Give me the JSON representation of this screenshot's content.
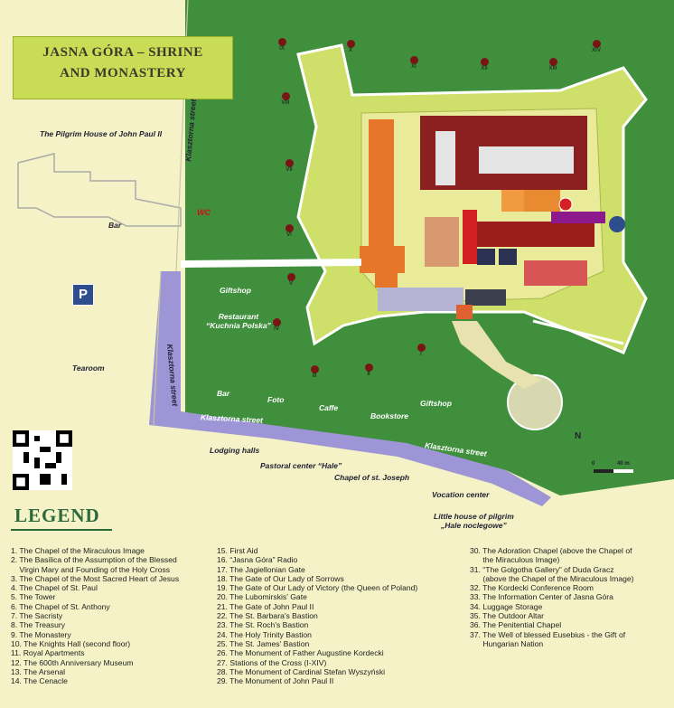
{
  "title": {
    "line1": "JASNA GÓRA – SHRINE",
    "line2": "AND MONASTERY"
  },
  "map_labels": {
    "pilgrim_house": "The Pilgrim House of John Paul II",
    "klasztorna_1": "Klasztorna street",
    "klasztorna_2": "Klasztorna street",
    "klasztorna_3": "Klasztorna street",
    "klasztorna_4": "Klasztorna street",
    "bar_top": "Bar",
    "wc": "WC",
    "gift_shop_1": "Giftshop",
    "restaurant": "Restaurant\n“Kuchnia Polska”",
    "tearoom": "Tearoom",
    "bar_bottom": "Bar",
    "foto": "Foto",
    "caffe": "Caffe",
    "bookstore": "Bookstore",
    "gift_shop_2": "Giftshop",
    "lodging_halls": "Lodging halls",
    "pastoral_center": "Pastoral center “Hale”",
    "chapel_joseph": "Chapel of st. Joseph",
    "vocation_center": "Vocation center",
    "little_house": "Little house of pilgrim\n„Hale noclegowe”",
    "parking": "P",
    "north": "N",
    "scale_start": "0",
    "scale_end": "40 m"
  },
  "stations": [
    "IX",
    "X",
    "XI",
    "XII",
    "XIII",
    "XIV",
    "VIII",
    "VII",
    "VI",
    "V",
    "IV",
    "III",
    "II",
    "I"
  ],
  "legend_heading": "LEGEND",
  "legend": {
    "col1": [
      "1. The Chapel of the Miraculous Image",
      "2. The Basilica of the Assumption of the Blessed",
      "    Virgin Mary and Founding of the Holy Cross",
      "3. The Chapel of the Most Sacred Heart of Jesus",
      "4. The Chapel of St. Paul",
      "5. The Tower",
      "6. The Chapel of St. Anthony",
      "7. The Sacristy",
      "8. The Treasury",
      "9. The Monastery",
      "10. The Knights Hall (second floor)",
      "11. Royal Apartments",
      "12. The 600th Anniversary Museum",
      "13. The Arsenal",
      "14. The Cenacle"
    ],
    "col2": [
      "15. First Aid",
      "16. “Jasna Góra” Radio",
      "17. The Jagiellonian Gate",
      "18. The Gate of Our Lady of Sorrows",
      "19. The Gate of Our Lady of Victory (the Queen of Poland)",
      "20. The Lubomirskis' Gate",
      "21. The Gate of John Paul II",
      "22. The St. Barbara's Bastion",
      "23. The St. Roch's Bastion",
      "24. The Holy Trinity Bastion",
      "25. The St. James' Bastion",
      "26. The Monument of Father Augustine Kordecki",
      "27. Stations of the Cross (I-XIV)",
      "28. The Monument of Cardinal Stefan Wyszyński",
      "29. The Monument of John Paul II"
    ],
    "col3": [
      "30. The Adoration Chapel (above the Chapel of",
      "      the Miraculous Image)",
      "31. “The Golgotha Gallery” of Duda Gracz",
      "      (above the Chapel of the Miraculous Image)",
      "32. The Kordecki Conference Room",
      "33. The Information Center of Jasna Góra",
      "34. Luggage Storage",
      "35. The Outdoor Altar",
      "36. The Penitential Chapel",
      "37. The Well of blessed Eusebius - the Gift of",
      "      Hungarian Nation"
    ]
  }
}
